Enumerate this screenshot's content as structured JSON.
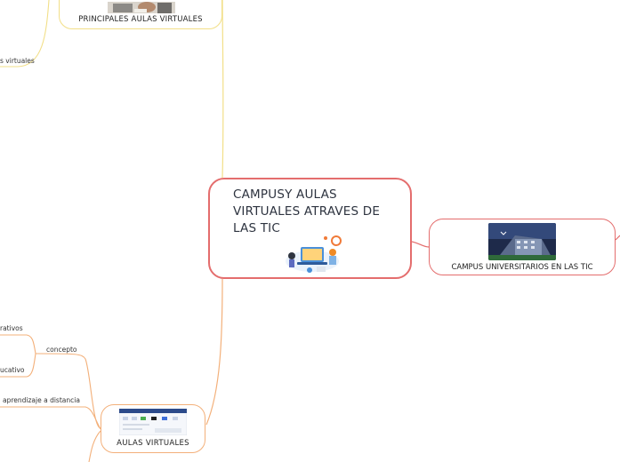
{
  "central": {
    "title": "CAMPUSY AULAS VIRTUALES ATRAVES DE LAS TIC",
    "image": "digital-learning-illustration"
  },
  "branches": {
    "campus": {
      "label": "CAMPUS UNIVERSITARIOS EN LAS TIC",
      "image": "campus-building-photo"
    },
    "aulas": {
      "label": "AULAS VIRTUALES",
      "image": "virtual-classroom-screenshot"
    },
    "principales": {
      "label": "PRINCIPALES AULAS VIRTUALES",
      "image": "people-at-laptops-photo"
    }
  },
  "subtopics": {
    "virtuales_partial": "s virtuales",
    "rativos_partial": "rativos",
    "concepto": "concepto",
    "ucativo_partial": "ucativo",
    "distancia_partial": "aprendizaje a distancia"
  },
  "colors": {
    "central_border": "#e46d6d",
    "campus_line": "#e46d6d",
    "aulas_line": "#f3b07a",
    "principales_line": "#f2df88"
  }
}
